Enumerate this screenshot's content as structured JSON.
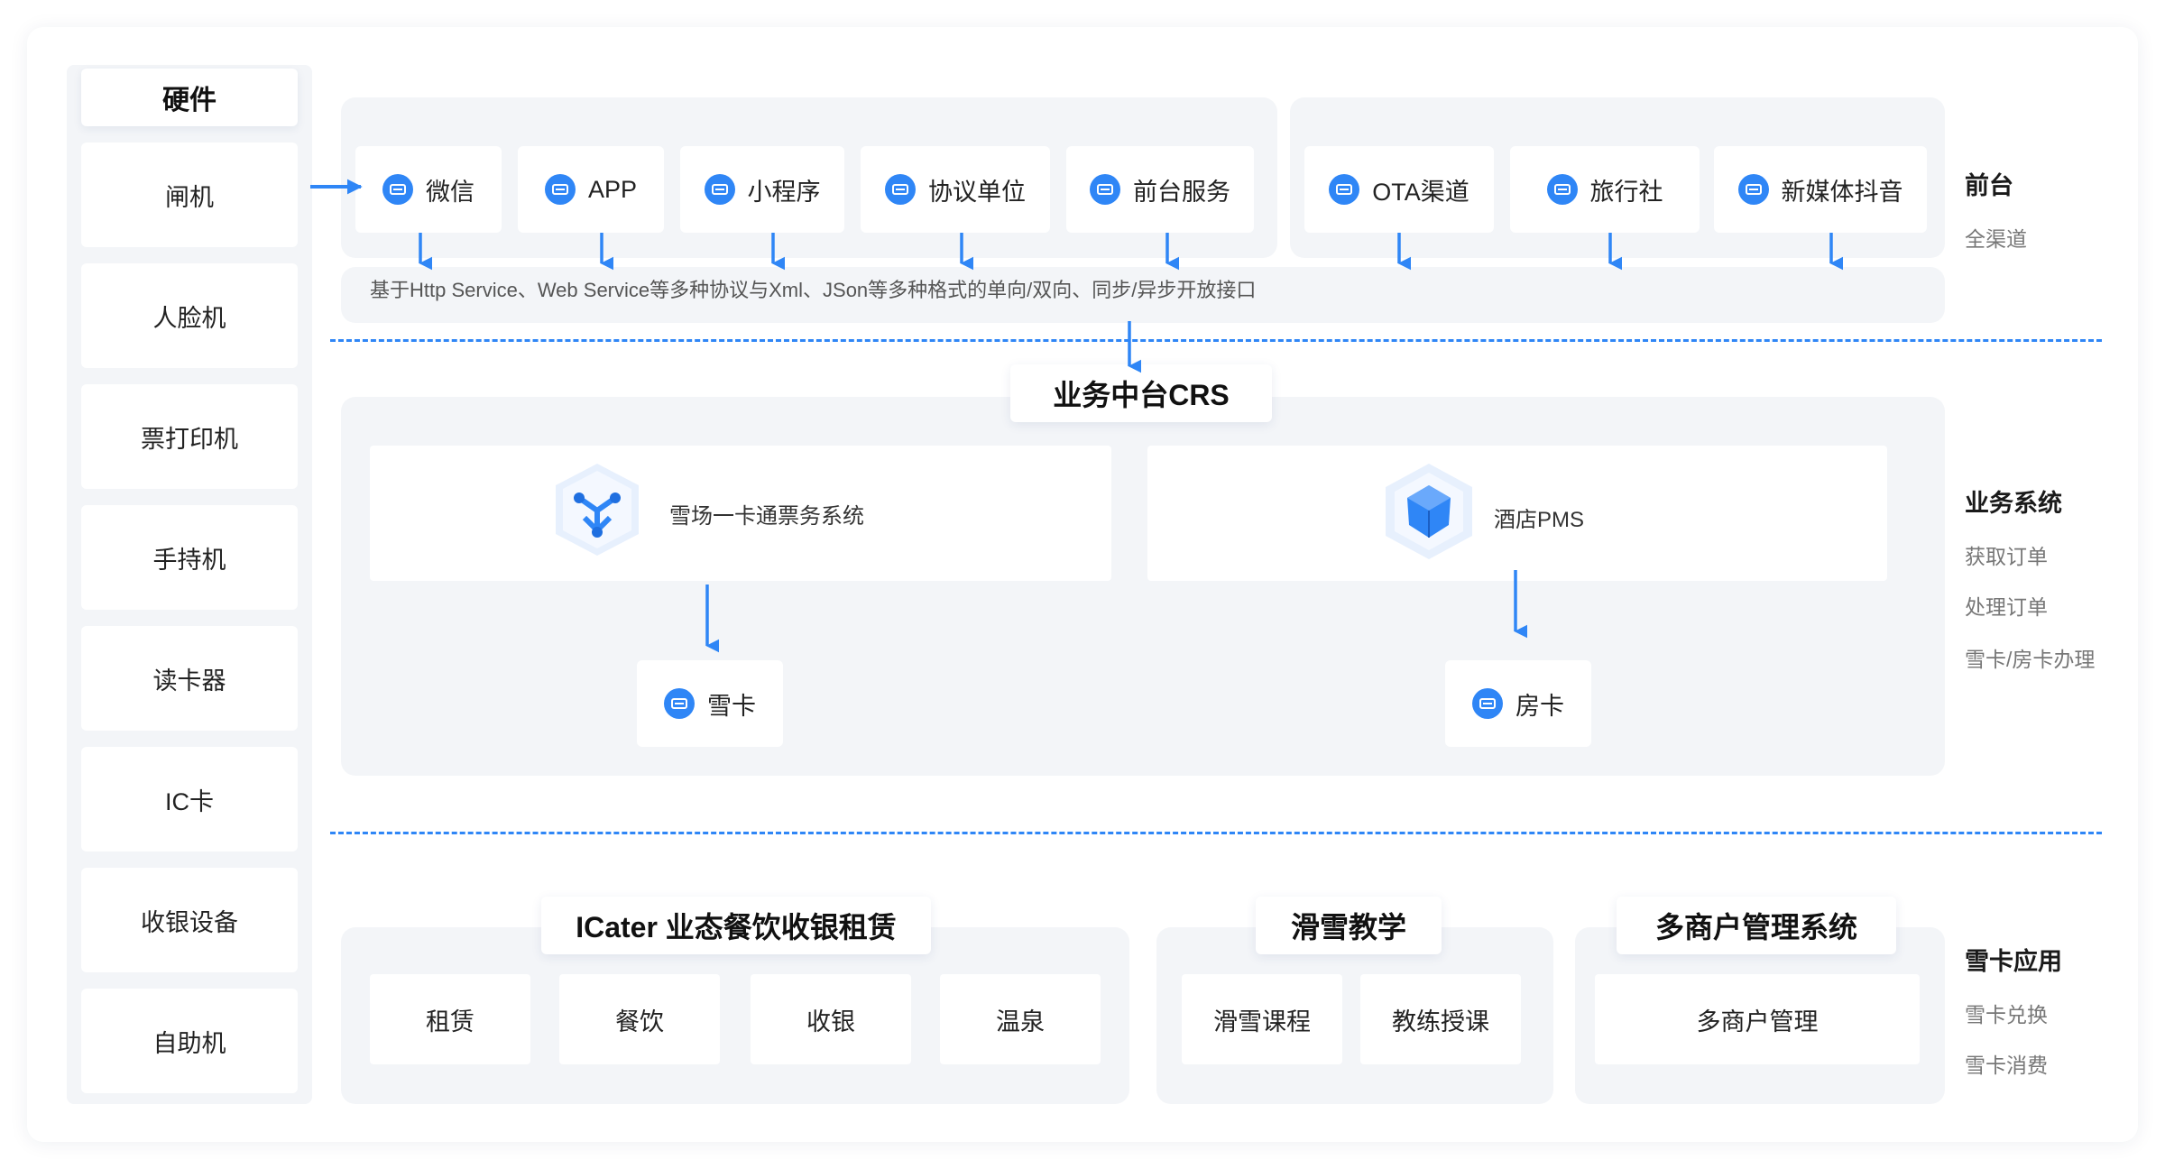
{
  "colors": {
    "accent": "#2f86f6",
    "panel_bg": "#f3f5f8",
    "card_bg": "#ffffff"
  },
  "hardware": {
    "title": "硬件",
    "items": [
      "闸机",
      "人脸机",
      "票打印机",
      "手持机",
      "读卡器",
      "IC卡",
      "收银设备",
      "自助机"
    ]
  },
  "channels": {
    "items": [
      {
        "label": "微信",
        "icon": "ticket-icon"
      },
      {
        "label": "APP",
        "icon": "ticket-icon"
      },
      {
        "label": "小程序",
        "icon": "ticket-icon"
      },
      {
        "label": "协议单位",
        "icon": "ticket-icon"
      },
      {
        "label": "前台服务",
        "icon": "ticket-icon"
      },
      {
        "label": "OTA渠道",
        "icon": "ticket-icon"
      },
      {
        "label": "旅行社",
        "icon": "ticket-icon"
      },
      {
        "label": "新媒体抖音",
        "icon": "ticket-icon"
      }
    ],
    "protocol_text": "基于Http Service、Web Service等多种协议与Xml、JSon等多种格式的单向/双向、同步/异步开放接口"
  },
  "crs": {
    "title": "业务中台CRS",
    "ski_system": {
      "label": "雪场一卡通票务系统",
      "icon": "nodes-cube-icon",
      "card": "雪卡"
    },
    "hotel_system": {
      "label": "酒店PMS",
      "icon": "crystal-cube-icon",
      "card": "房卡"
    }
  },
  "bottom": {
    "icater": {
      "title": "ICater 业态餐饮收银租赁",
      "items": [
        "租赁",
        "餐饮",
        "收银",
        "温泉"
      ]
    },
    "ski_teaching": {
      "title": "滑雪教学",
      "items": [
        "滑雪课程",
        "教练授课"
      ]
    },
    "multi_merchant": {
      "title": "多商户管理系统",
      "items": [
        "多商户管理"
      ]
    }
  },
  "side": {
    "front": {
      "title": "前台",
      "subs": [
        "全渠道"
      ]
    },
    "business": {
      "title": "业务系统",
      "subs": [
        "获取订单",
        "处理订单",
        "雪卡/房卡办理"
      ]
    },
    "snowcard": {
      "title": "雪卡应用",
      "subs": [
        "雪卡兑换",
        "雪卡消费"
      ]
    }
  }
}
